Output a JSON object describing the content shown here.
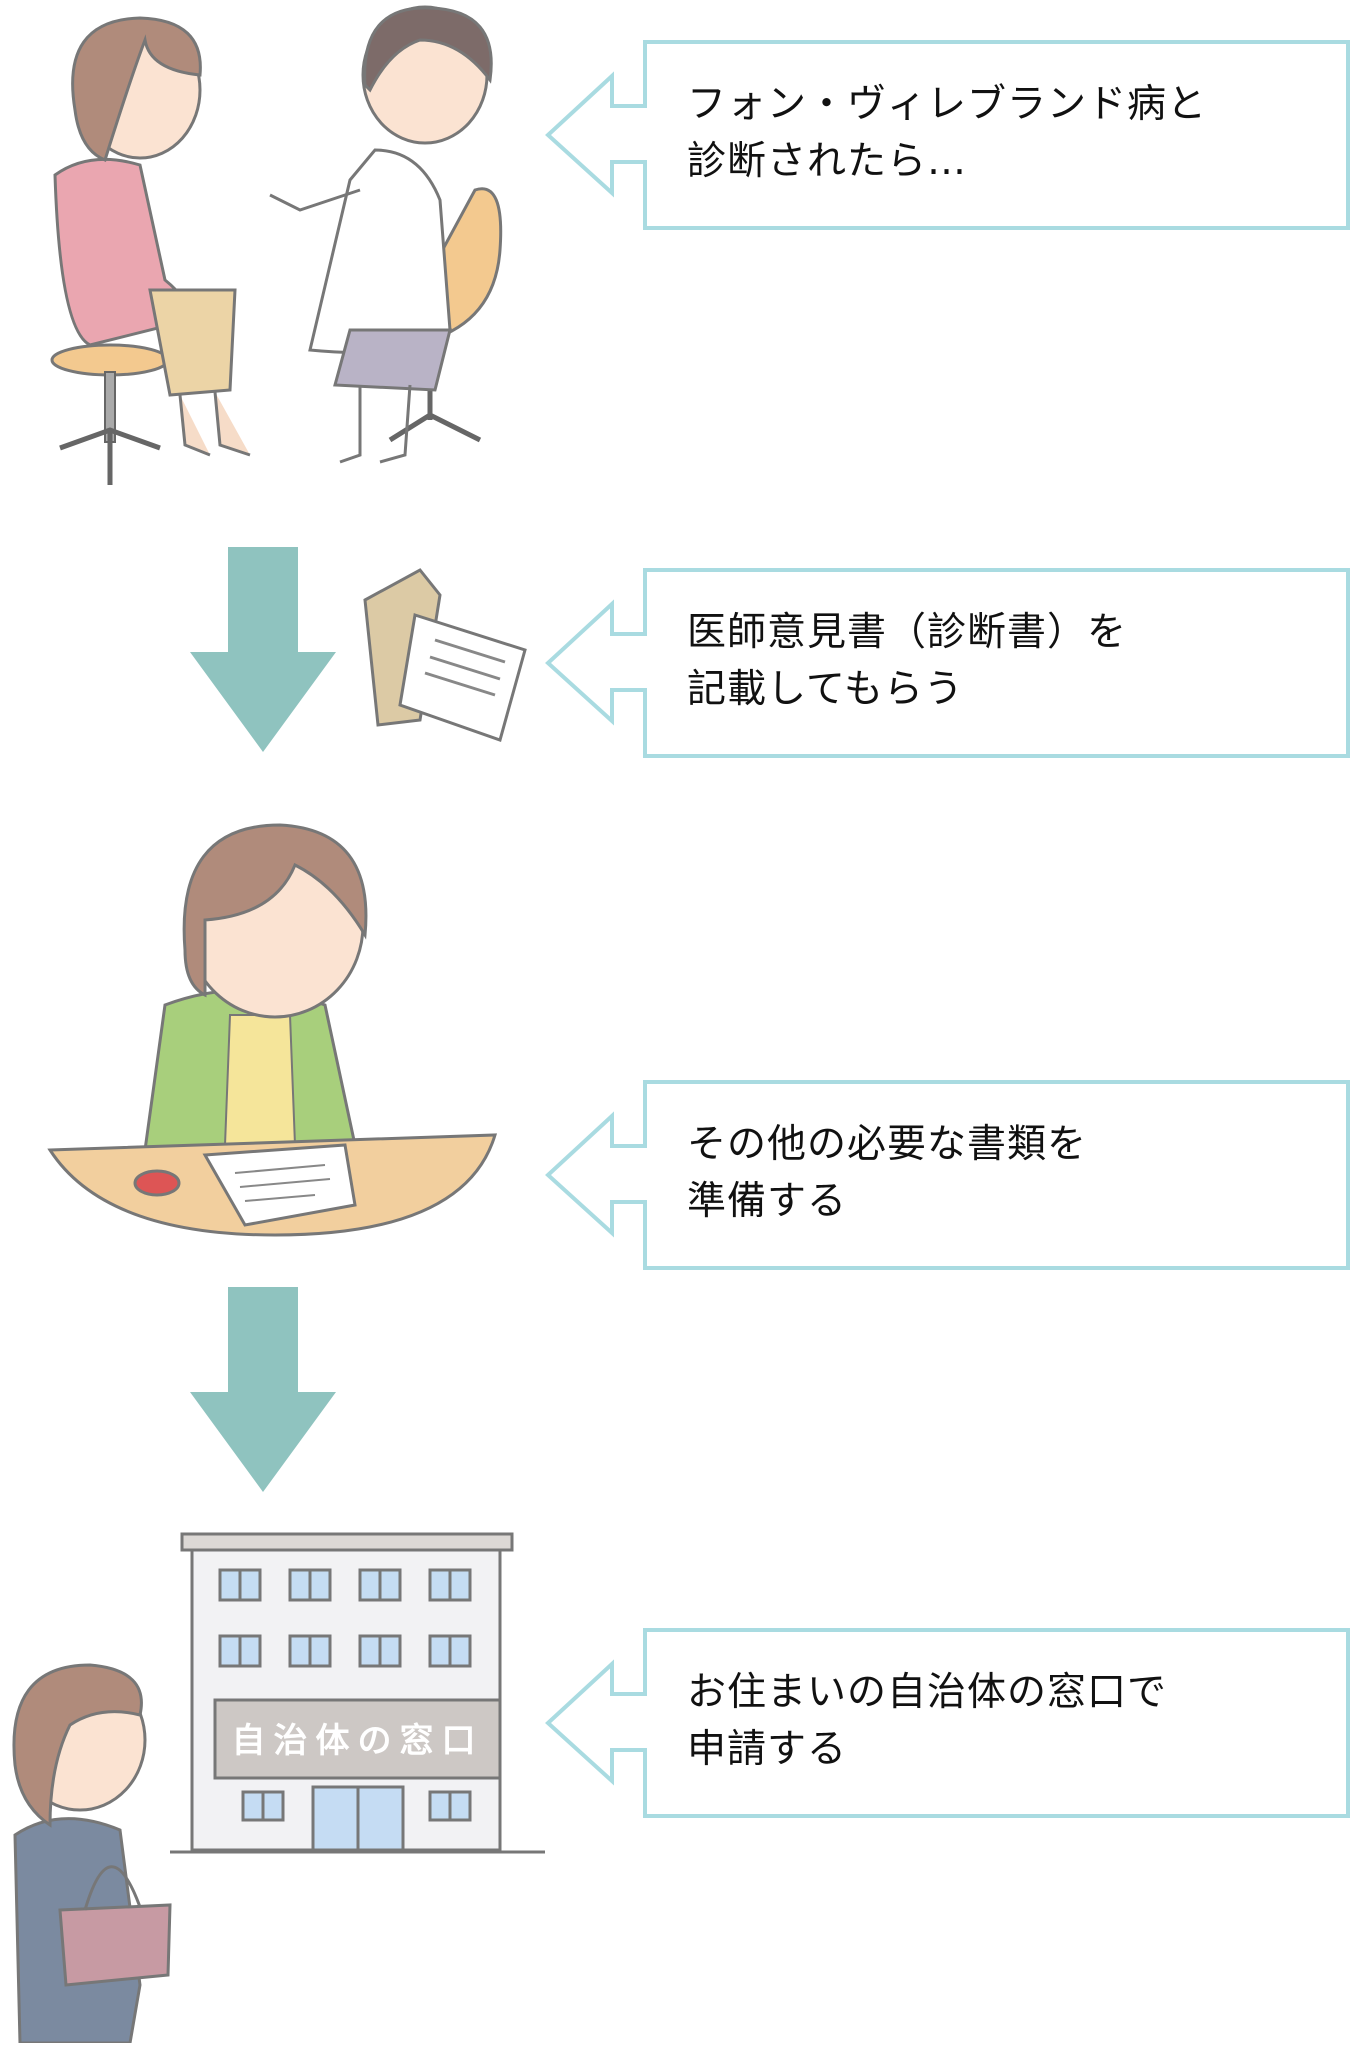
{
  "steps": [
    {
      "line1": "フォン・ヴィレブランド病と",
      "line2": "診断されたら…"
    },
    {
      "line1": "医師意見書（診断書）を",
      "line2": "記載してもらう"
    },
    {
      "line1": "その他の必要な書類を",
      "line2": "準備する"
    },
    {
      "line1": "お住まいの自治体の窓口で",
      "line2": "申請する"
    }
  ],
  "building_sign": "自治体の窓口",
  "colors": {
    "callout_border": "#a9dbe1",
    "flow_arrow": "#8fc3bf"
  }
}
